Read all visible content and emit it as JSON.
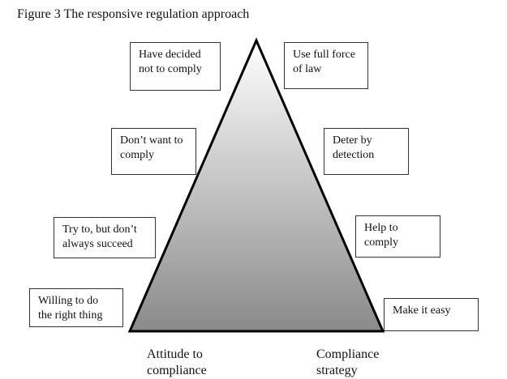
{
  "figure": {
    "title": "Figure 3 The responsive regulation approach"
  },
  "attitudes": [
    {
      "label": "Have decided\nnot to comply"
    },
    {
      "label": "Don’t want to\ncomply"
    },
    {
      "label": "Try to, but don’t\nalways succeed"
    },
    {
      "label": "Willing to do\nthe right thing"
    }
  ],
  "strategies": [
    {
      "label": "Use full force\nof law"
    },
    {
      "label": "Deter by\ndetection"
    },
    {
      "label": "Help to\ncomply"
    },
    {
      "label": "Make it easy"
    }
  ],
  "axis": {
    "left_label": "Attitude to\ncompliance",
    "right_label": "Compliance\nstrategy"
  },
  "colors": {
    "gradient_top": "#ffffff",
    "gradient_bottom": "#8a8a8a",
    "outline": "#000000"
  }
}
